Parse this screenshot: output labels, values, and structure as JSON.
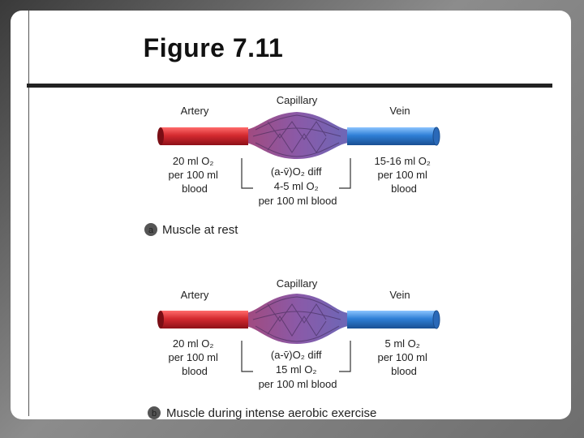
{
  "slide": {
    "title": "Figure 7.11"
  },
  "panels": [
    {
      "letter": "a",
      "caption": "Muscle at rest",
      "capillary_label": "Capillary",
      "artery_label": "Artery",
      "vein_label": "Vein",
      "artery_o2": [
        "20 ml O₂",
        "per 100 ml",
        "blood"
      ],
      "vein_o2": [
        "15-16 ml O₂",
        "per 100 ml",
        "blood"
      ],
      "diff_lines": [
        "(a-v̄)O₂ diff",
        "4-5 ml O₂",
        "per 100 ml blood"
      ]
    },
    {
      "letter": "b",
      "caption": "Muscle during intense aerobic exercise",
      "capillary_label": "Capillary",
      "artery_label": "Artery",
      "vein_label": "Vein",
      "artery_o2": [
        "20 ml O₂",
        "per 100 ml",
        "blood"
      ],
      "vein_o2": [
        "5 ml O₂",
        "per 100 ml",
        "blood"
      ],
      "diff_lines": [
        "(a-v̄)O₂ diff",
        "15 ml O₂",
        "per 100 ml blood"
      ]
    }
  ],
  "colors": {
    "artery": "#c8202a",
    "vein": "#2f7fd6",
    "capillary": "#7a4fa0",
    "badge": "#555555"
  }
}
